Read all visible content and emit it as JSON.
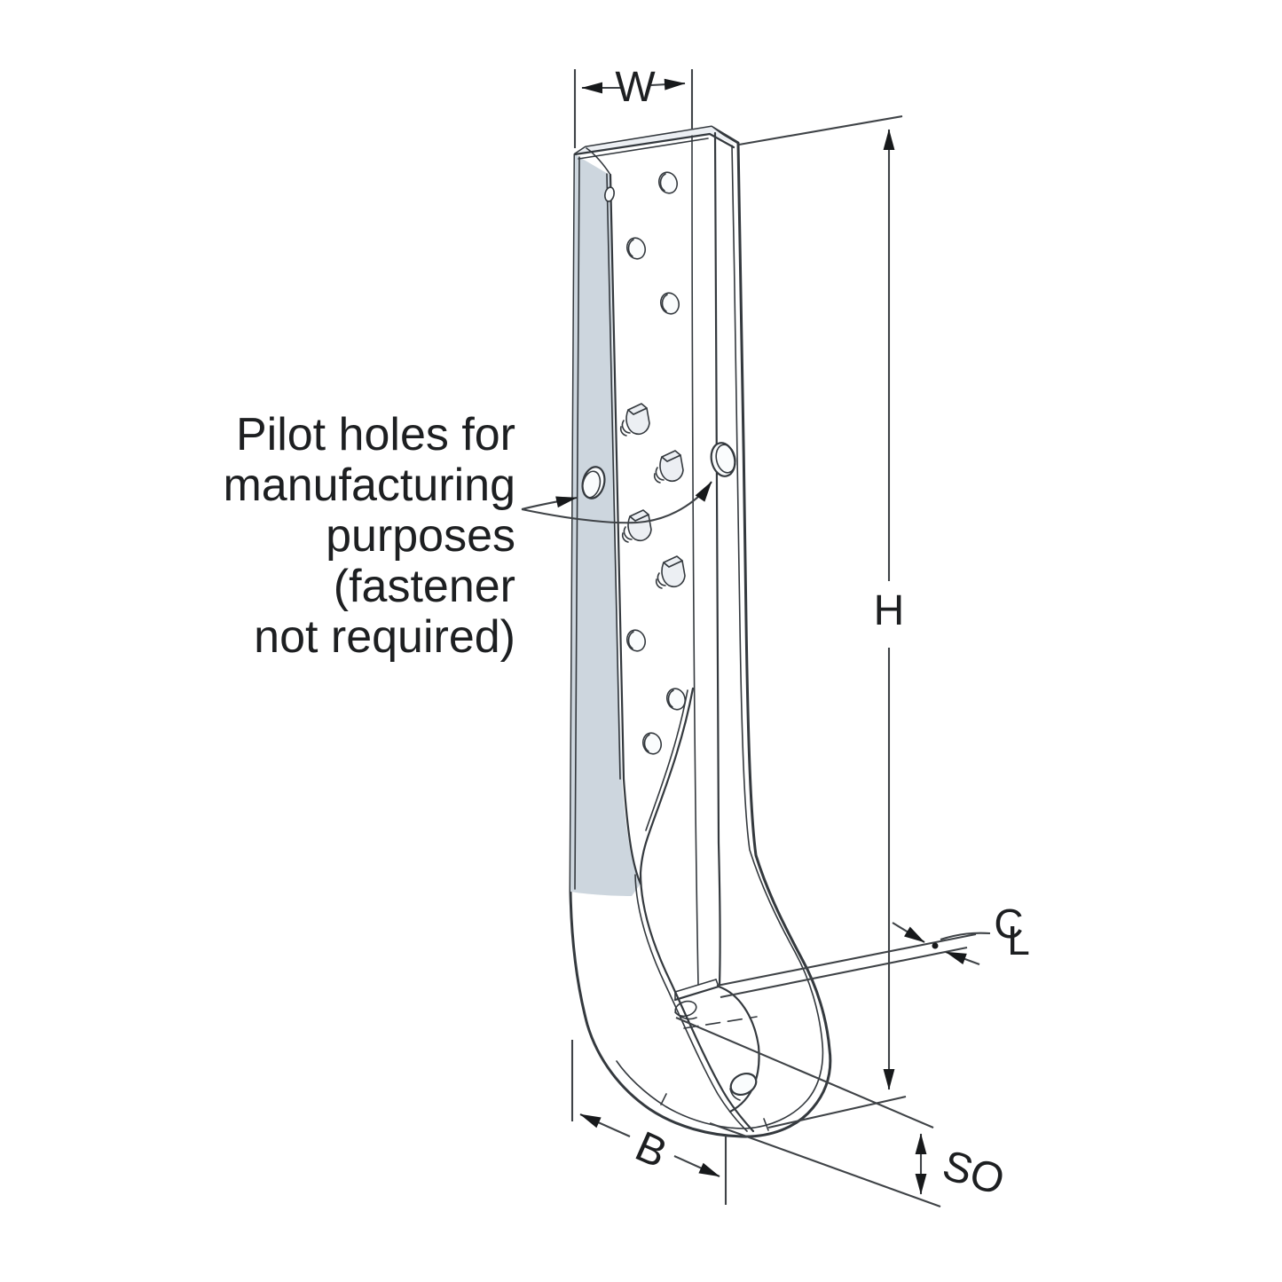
{
  "figure": {
    "type": "technical-diagram",
    "subject": "holdown-connector-isometric-view",
    "background": "#ffffff",
    "colors": {
      "steel": "#d8dfe6",
      "steel_shade": "#cdd6de",
      "steel_light": "#eceff3",
      "outline": "#34393e",
      "dimension_line": "#3f4347",
      "text": "#1d1f21"
    },
    "dimensions": {
      "width_label": "W",
      "height_label": "H",
      "base_label": "B",
      "seat_offset_label": "SO",
      "centerline_c": "C",
      "centerline_l": "L"
    },
    "annotation": {
      "lines": [
        "Pilot holes for",
        "manufacturing",
        "purposes",
        "(fastener",
        "not required)"
      ]
    }
  }
}
